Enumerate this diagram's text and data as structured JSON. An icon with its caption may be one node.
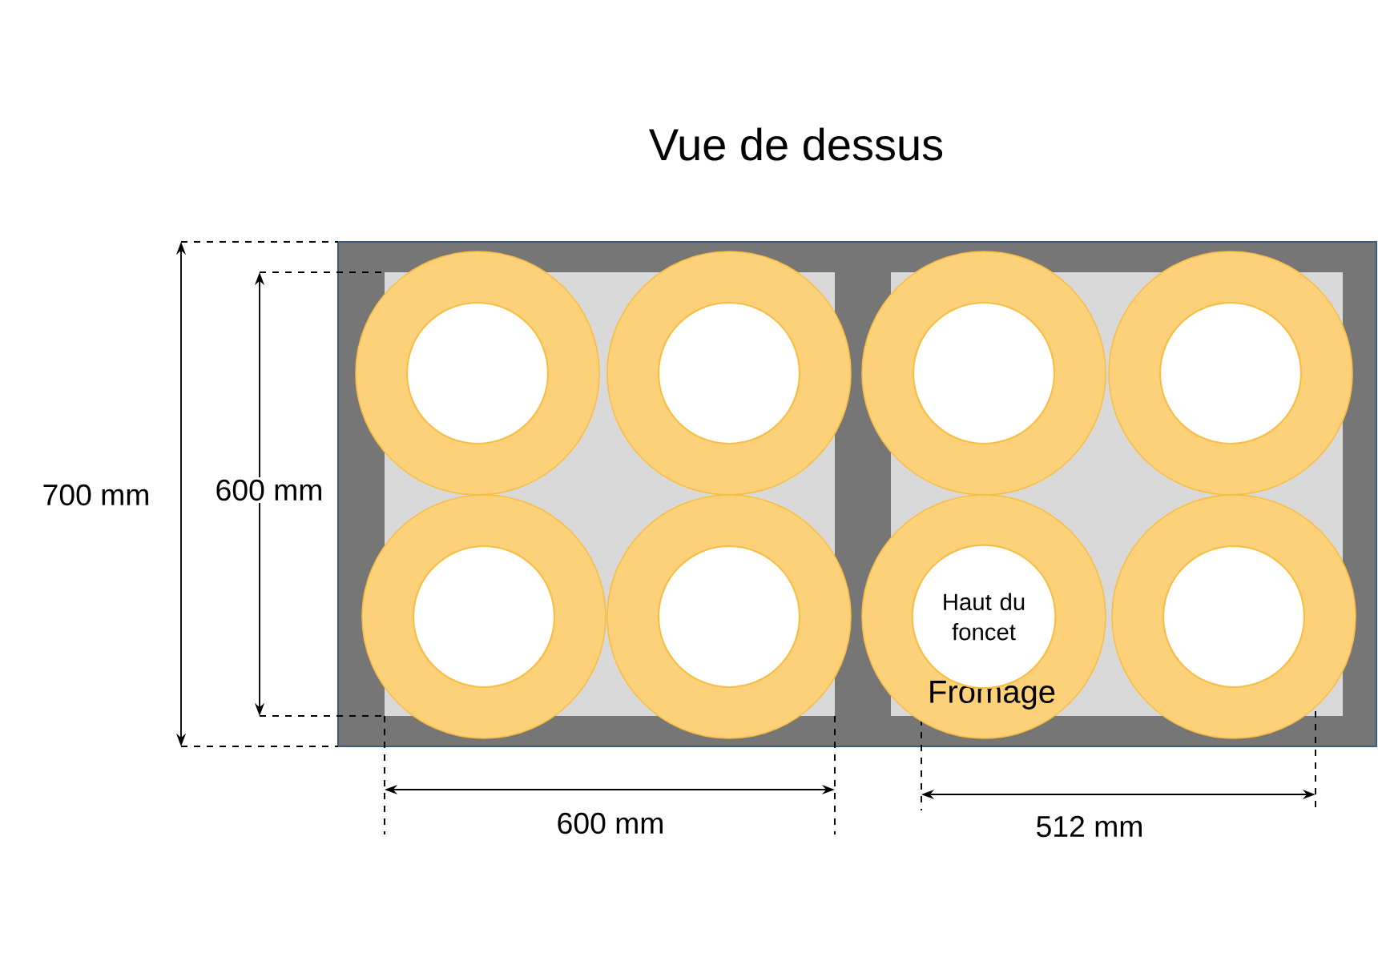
{
  "diagram": {
    "title": "Vue de dessus",
    "nodes": [
      {
        "text": [],
        "shape": "circle"
      },
      {
        "text": [],
        "shape": "circle"
      },
      {
        "text": [],
        "shape": "circle"
      },
      {
        "text": [],
        "shape": "circle"
      },
      {
        "text": [],
        "shape": "circle"
      },
      {
        "text": [],
        "shape": "circle"
      },
      {
        "text": [
          "Fromage"
        ]
      },
      {
        "text": [
          "Haut du foncet"
        ],
        "in": 6
      },
      {
        "text": [],
        "shape": "circle"
      }
    ],
    "edges": [],
    "labels": [
      "700 mm",
      "600 mm",
      "600 mm",
      "512 mm"
    ]
  }
}
